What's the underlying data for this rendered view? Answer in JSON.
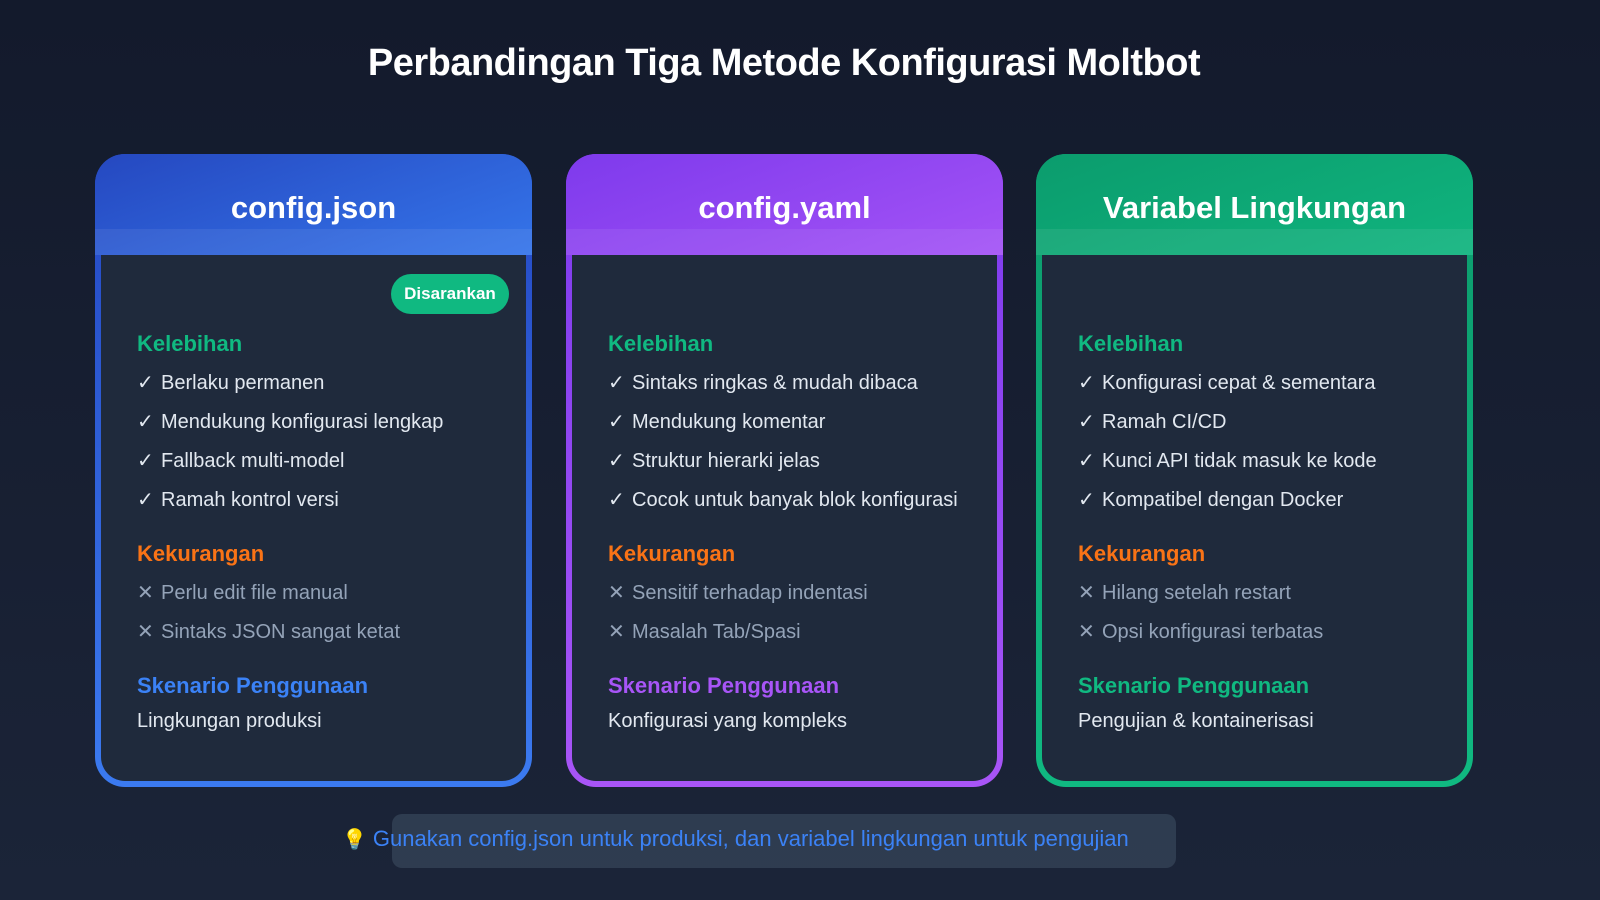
{
  "page": {
    "title": "Perbandingan Tiga Metode Konfigurasi Moltbot"
  },
  "cards": [
    {
      "title": "config.json",
      "badge": "Disarankan",
      "accent": "#3b82f6",
      "pros_title": "Kelebihan",
      "pros": [
        "Berlaku permanen",
        "Mendukung konfigurasi lengkap",
        "Fallback multi-model",
        "Ramah kontrol versi"
      ],
      "cons_title": "Kekurangan",
      "cons": [
        "Perlu edit file manual",
        "Sintaks JSON sangat ketat"
      ],
      "usecase_title": "Skenario Penggunaan",
      "usecase": "Lingkungan produksi"
    },
    {
      "title": "config.yaml",
      "accent": "#a855f7",
      "pros_title": "Kelebihan",
      "pros": [
        "Sintaks ringkas & mudah dibaca",
        "Mendukung komentar",
        "Struktur hierarki jelas",
        "Cocok untuk banyak blok konfigurasi"
      ],
      "cons_title": "Kekurangan",
      "cons": [
        "Sensitif terhadap indentasi",
        "Masalah Tab/Spasi"
      ],
      "usecase_title": "Skenario Penggunaan",
      "usecase": "Konfigurasi yang kompleks"
    },
    {
      "title": "Variabel Lingkungan",
      "accent": "#10b981",
      "pros_title": "Kelebihan",
      "pros": [
        "Konfigurasi cepat & sementara",
        "Ramah CI/CD",
        "Kunci API tidak masuk ke kode",
        "Kompatibel dengan Docker"
      ],
      "cons_title": "Kekurangan",
      "cons": [
        "Hilang setelah restart",
        "Opsi konfigurasi terbatas"
      ],
      "usecase_title": "Skenario Penggunaan",
      "usecase": "Pengujian & kontainerisasi"
    }
  ],
  "marks": {
    "check": "✓",
    "cross": "✕",
    "bulb": "💡"
  },
  "footer": {
    "tip_icon": "lightbulb-icon",
    "tip": "Gunakan config.json untuk produksi, dan variabel lingkungan untuk pengujian"
  },
  "colors": {
    "background": "#161e30",
    "card_body": "#1f2a3c",
    "pros": "#10b981",
    "cons": "#f97316",
    "con_text": "#94a3b8",
    "json_accent": "#3b82f6",
    "yaml_accent": "#a855f7",
    "env_accent": "#10b981"
  }
}
